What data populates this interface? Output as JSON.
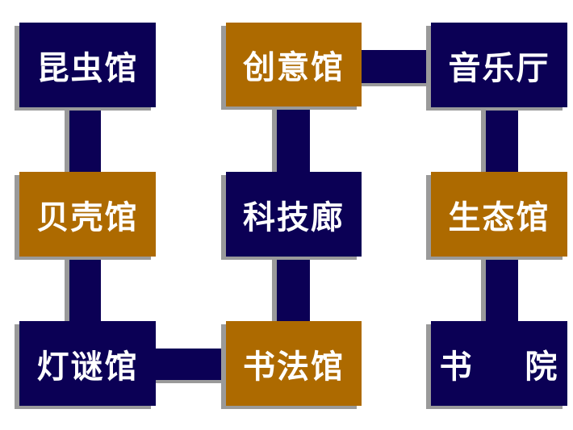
{
  "colors": {
    "navy": "#0b0055",
    "brown": "#ad6a00",
    "shadow": "#9a9a9a",
    "text": "#ffffff"
  },
  "venues": [
    {
      "id": "kunchong",
      "label": "昆虫馆",
      "color": "navy",
      "row": 1,
      "col": 1
    },
    {
      "id": "chuangyi",
      "label": "创意馆",
      "color": "brown",
      "row": 1,
      "col": 2
    },
    {
      "id": "yinyue",
      "label": "音乐厅",
      "color": "navy",
      "row": 1,
      "col": 3
    },
    {
      "id": "beike",
      "label": "贝壳馆",
      "color": "brown",
      "row": 2,
      "col": 1
    },
    {
      "id": "keji",
      "label": "科技廊",
      "color": "navy",
      "row": 2,
      "col": 2
    },
    {
      "id": "shengtai",
      "label": "生态馆",
      "color": "brown",
      "row": 2,
      "col": 3
    },
    {
      "id": "dengmi",
      "label": "灯谜馆",
      "color": "navy",
      "row": 3,
      "col": 1
    },
    {
      "id": "shufa",
      "label": "书法馆",
      "color": "brown",
      "row": 3,
      "col": 2
    },
    {
      "id": "shuyuan",
      "label": "书    院",
      "color": "navy",
      "row": 3,
      "col": 3
    }
  ],
  "connections": [
    {
      "from": "昆虫馆",
      "to": "贝壳馆"
    },
    {
      "from": "贝壳馆",
      "to": "灯谜馆"
    },
    {
      "from": "灯谜馆",
      "to": "书法馆"
    },
    {
      "from": "书法馆",
      "to": "科技廊"
    },
    {
      "from": "科技廊",
      "to": "创意馆"
    },
    {
      "from": "创意馆",
      "to": "音乐厅"
    },
    {
      "from": "音乐厅",
      "to": "生态馆"
    },
    {
      "from": "生态馆",
      "to": "书院"
    }
  ]
}
